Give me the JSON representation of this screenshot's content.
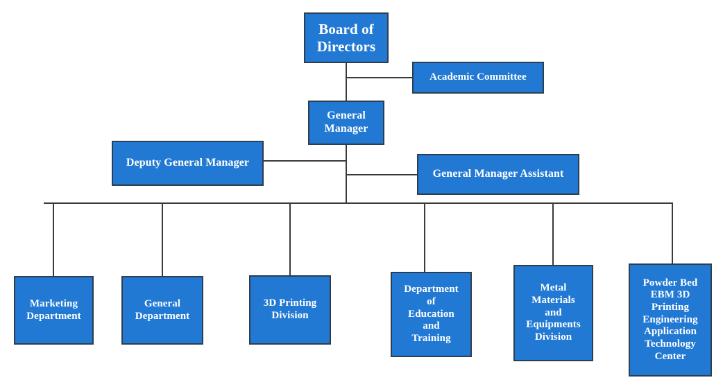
{
  "chart_data": {
    "type": "diagram",
    "title": "Organizational Structure Chart",
    "orientation": "top-down",
    "levels": 4,
    "node_count": 11,
    "style": {
      "node_fill": "#2179d3",
      "node_border": "#2c3e50",
      "node_text": "#ffffff",
      "connector": "#3a3a3a",
      "background": "#ffffff"
    },
    "nodes": [
      {
        "id": "board",
        "label": "Board of\nDirectors",
        "level": 0
      },
      {
        "id": "academic",
        "label": "Academic Committee",
        "level": 1
      },
      {
        "id": "gm",
        "label": "General\nManager",
        "level": 1
      },
      {
        "id": "deputy",
        "label": "Deputy General Manager",
        "level": 2
      },
      {
        "id": "assistant",
        "label": "General Manager Assistant",
        "level": 2
      },
      {
        "id": "marketing",
        "label": "Marketing\nDepartment",
        "level": 3
      },
      {
        "id": "general_dept",
        "label": "General\nDepartment",
        "level": 3
      },
      {
        "id": "printing",
        "label": "3D Printing\nDivision",
        "level": 3
      },
      {
        "id": "education",
        "label": "Department\nof\nEducation\nand\nTraining",
        "level": 3
      },
      {
        "id": "metal",
        "label": "Metal\nMaterials\nand\nEquipments\nDivision",
        "level": 3
      },
      {
        "id": "powder",
        "label": "Powder Bed\nEBM 3D\nPrinting\nEngineering\nApplication\nTechnology\nCenter",
        "level": 3
      }
    ],
    "edges": [
      {
        "from": "board",
        "to": "gm"
      },
      {
        "from": "board",
        "to": "academic"
      },
      {
        "from": "gm",
        "to": "deputy"
      },
      {
        "from": "gm",
        "to": "assistant"
      },
      {
        "from": "gm",
        "to": "marketing"
      },
      {
        "from": "gm",
        "to": "general_dept"
      },
      {
        "from": "gm",
        "to": "printing"
      },
      {
        "from": "gm",
        "to": "education"
      },
      {
        "from": "gm",
        "to": "metal"
      },
      {
        "from": "gm",
        "to": "powder"
      }
    ]
  },
  "nodes": {
    "board": {
      "label": "Board of\nDirectors"
    },
    "academic": {
      "label": "Academic Committee"
    },
    "gm": {
      "label": "General\nManager"
    },
    "deputy": {
      "label": "Deputy General Manager"
    },
    "assistant": {
      "label": "General Manager Assistant"
    },
    "marketing": {
      "label": "Marketing\nDepartment"
    },
    "general_dept": {
      "label": "General\nDepartment"
    },
    "printing": {
      "label": "3D Printing\nDivision"
    },
    "education": {
      "label": "Department\nof\nEducation\nand\nTraining"
    },
    "metal": {
      "label": "Metal\nMaterials\nand\nEquipments\nDivision"
    },
    "powder": {
      "label": "Powder Bed\nEBM 3D\nPrinting\nEngineering\nApplication\nTechnology\nCenter"
    }
  }
}
